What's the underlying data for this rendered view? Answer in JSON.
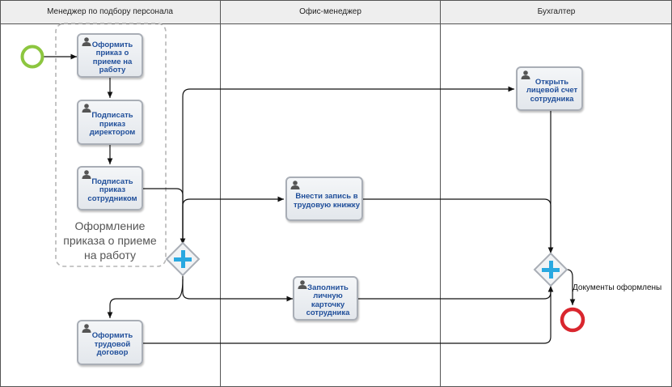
{
  "lanes": [
    {
      "title": "Менеджер по подбору персонала"
    },
    {
      "title": "Офис-менеджер"
    },
    {
      "title": "Бухгалтер"
    }
  ],
  "tasks": [
    {
      "id": "t1",
      "label": "Оформить приказ о приеме на работу"
    },
    {
      "id": "t2",
      "label": "Подписать приказ директором"
    },
    {
      "id": "t3",
      "label": "Подписать приказ сотрудником"
    },
    {
      "id": "t4",
      "label": "Оформить трудовой договор"
    },
    {
      "id": "t5",
      "label": "Внести запись в трудовую книжку"
    },
    {
      "id": "t6",
      "label": "Заполнить личную карточку сотрудника"
    },
    {
      "id": "t7",
      "label": "Открыть лицевой счет сотрудника"
    }
  ],
  "group": {
    "label": "Оформление приказа о приеме на работу"
  },
  "end_event": {
    "label": "Документы оформлены"
  },
  "colors": {
    "start_event": "#8cc63f",
    "end_event": "#d9262e",
    "gateway_plus": "#29a8e0",
    "task_text": "#1f4e9a"
  }
}
